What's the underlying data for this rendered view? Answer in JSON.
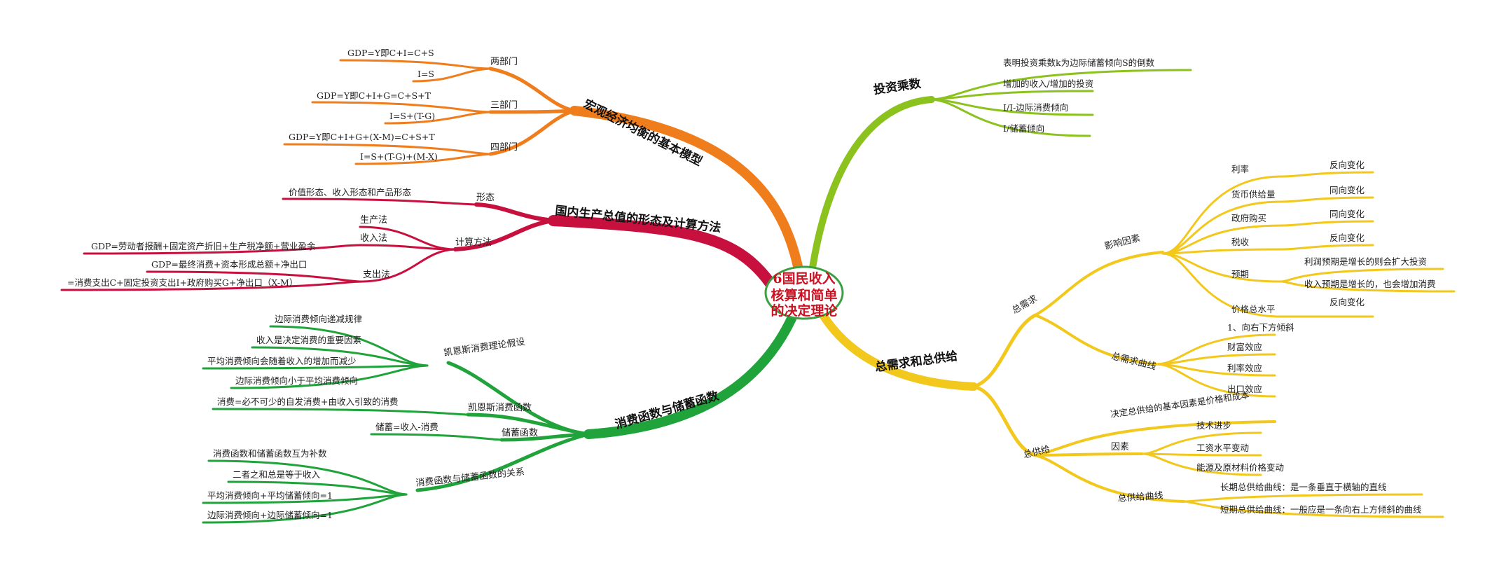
{
  "center": {
    "lines": [
      "6国民收入",
      "核算和简单",
      "的决定理论"
    ],
    "color": "#cc1122",
    "border_color": "#3aa041"
  },
  "branches": [
    {
      "id": "macro",
      "label": "宏观经济均衡的基本模型",
      "color": "#f07d1c",
      "children": [
        {
          "label": "两部门",
          "leaves": [
            "GDP=Y即C+I=C+S",
            "I=S"
          ]
        },
        {
          "label": "三部门",
          "leaves": [
            "GDP=Y即C+I+G=C+S+T",
            "I=S+(T-G)"
          ]
        },
        {
          "label": "四部门",
          "leaves": [
            "GDP=Y即C+I+G+(X-M)=C+S+T",
            "I=S+(T-G)+(M-X)"
          ]
        }
      ]
    },
    {
      "id": "gdp",
      "label": "国内生产总值的形态及计算方法",
      "color": "#c8103f",
      "children": [
        {
          "label": "形态",
          "leaves": [
            "价值形态、收入形态和产品形态"
          ]
        },
        {
          "label": "计算方法",
          "leaves": [],
          "children": [
            {
              "label": "生产法",
              "leaves": []
            },
            {
              "label": "收入法",
              "leaves": [
                "GDP=劳动者报酬+固定资产折旧+生产税净额+营业盈余"
              ]
            },
            {
              "label": "支出法",
              "leaves": [
                "GDP=最终消费+资本形成总额+净出口",
                "=消费支出C+固定投资支出I+政府购买G+净出口（X-M）"
              ]
            }
          ]
        }
      ]
    },
    {
      "id": "consume",
      "label": "消费函数与储蓄函数",
      "color": "#1fa33a",
      "children": [
        {
          "label": "凯恩斯消费理论假设",
          "leaves": [
            "边际消费倾向递减规律",
            "收入是决定消费的重要因素",
            "平均消费倾向会随着收入的增加而减少",
            "边际消费倾向小于平均消费倾向"
          ]
        },
        {
          "label": "凯恩斯消费函数",
          "leaves": [
            "消费=必不可少的自发消费+由收入引致的消费"
          ]
        },
        {
          "label": "储蓄函数",
          "leaves": [
            "储蓄=收入-消费"
          ]
        },
        {
          "label": "消费函数与储蓄函数的关系",
          "leaves": [
            "消费函数和储蓄函数互为补数",
            "二者之和总是等于收入",
            "平均消费倾向+平均储蓄倾向=1",
            "边际消费倾向+边际储蓄倾向=1"
          ]
        }
      ]
    },
    {
      "id": "multiplier",
      "label": "投资乘数",
      "color": "#8cc21e",
      "children": [
        {
          "label": "表明投资乘数k为边际储蓄倾向S的倒数",
          "leaves": []
        },
        {
          "label": "增加的收入/增加的投资",
          "leaves": []
        },
        {
          "label": "I/I-边际消费倾向",
          "leaves": []
        },
        {
          "label": "I/储蓄倾向",
          "leaves": []
        }
      ]
    },
    {
      "id": "adas",
      "label": "总需求和总供给",
      "color": "#f2c81c",
      "children": [
        {
          "label": "总需求",
          "children": [
            {
              "label": "影响因素",
              "children": [
                {
                  "label": "利率",
                  "leaves": [
                    "反向变化"
                  ]
                },
                {
                  "label": "货币供给量",
                  "leaves": [
                    "同向变化"
                  ]
                },
                {
                  "label": "政府购买",
                  "leaves": [
                    "同向变化"
                  ]
                },
                {
                  "label": "税收",
                  "leaves": [
                    "反向变化"
                  ]
                },
                {
                  "label": "预期",
                  "leaves": [
                    "利润预期是增长的则会扩大投资",
                    "收入预期是增长的，也会增加消费"
                  ]
                },
                {
                  "label": "价格总水平",
                  "leaves": [
                    "反向变化"
                  ]
                }
              ]
            },
            {
              "label": "总需求曲线",
              "leaves": [
                "1、向右下方倾斜",
                "财富效应",
                "利率效应",
                "出口效应"
              ]
            }
          ]
        },
        {
          "label": "总供给",
          "children": [
            {
              "label": "决定总供给的基本因素是价格和成本",
              "leaves": []
            },
            {
              "label": "因素",
              "leaves": [
                "技术进步",
                "工资水平变动",
                "能源及原材料价格变动"
              ]
            },
            {
              "label": "总供给曲线",
              "leaves": [
                "长期总供给曲线：是一条垂直于横轴的直线",
                "短期总供给曲线：一般应是一条向右上方倾斜的曲线"
              ]
            }
          ]
        }
      ]
    }
  ]
}
